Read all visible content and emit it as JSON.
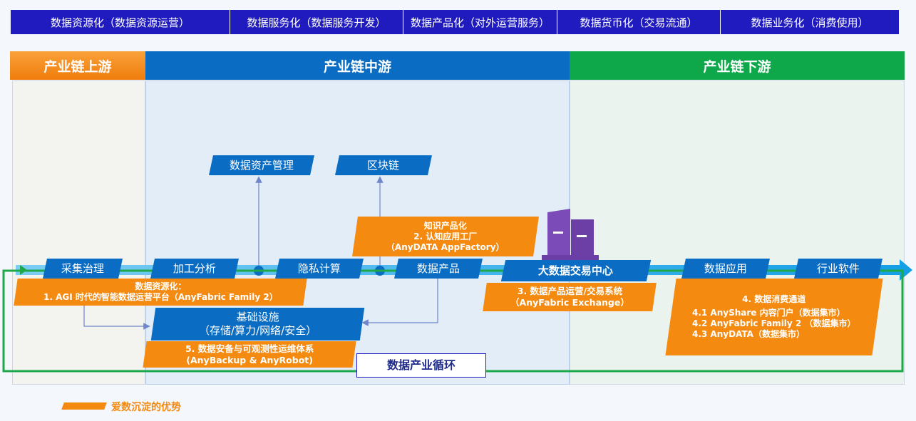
{
  "top_tabs": [
    "数据资源化（数据资源运营）",
    "数据服务化（数据服务开发）",
    "数据产品化（对外运营服务）",
    "数据货币化（交易流通）",
    "数据业务化（消费使用）"
  ],
  "zones": {
    "upstream": "产业链上游",
    "midstream": "产业链中游",
    "downstream": "产业链下游"
  },
  "nodes": {
    "collect": "采集治理",
    "process": "加工分析",
    "privacy": "隐私计算",
    "product": "数据产品",
    "exchange": "大数据交易中心",
    "app": "数据应用",
    "industry": "行业软件",
    "asset_mgmt": "数据资产管理",
    "blockchain": "区块链"
  },
  "blocks": {
    "resource": {
      "title": "数据资源化：",
      "line": "1. AGI 时代的智能数据运营平台（AnyFabric Family 2）"
    },
    "knowledge": {
      "title": "知识产品化",
      "line1": "2.   认知应用工厂",
      "line2": "（AnyDATA AppFactory）"
    },
    "ops": {
      "line1": "3.   数据产品运营/交易系统",
      "line2": "（AnyFabric Exchange）"
    },
    "consume": {
      "title": "4. 数据消费通道",
      "line1": "4.1 AnyShare 内容门户（数据集市）",
      "line2": "4.2 AnyFabric Family 2 （数据集市）",
      "line3": "4.3 AnyDATA（数据集市）"
    },
    "infra": {
      "line1": "基础设施",
      "line2": "（存储/算力/网络/安全）"
    },
    "security": {
      "line1": "5.  数据安备与可观测性运维体系",
      "line2": "(AnyBackup & AnyRobot)"
    }
  },
  "cycle_label": "数据产业循环",
  "legend": "爱数沉淀的优势",
  "colors": {
    "top_bar": "#1f1bbf",
    "upstream": "#f48a10",
    "midstream": "#0a6cc2",
    "downstream": "#0ea84a",
    "arrow": "#1aa7ec",
    "orange_block": "#f48a10",
    "cycle_border": "#1fa84a",
    "building": "#6b3fa6"
  }
}
